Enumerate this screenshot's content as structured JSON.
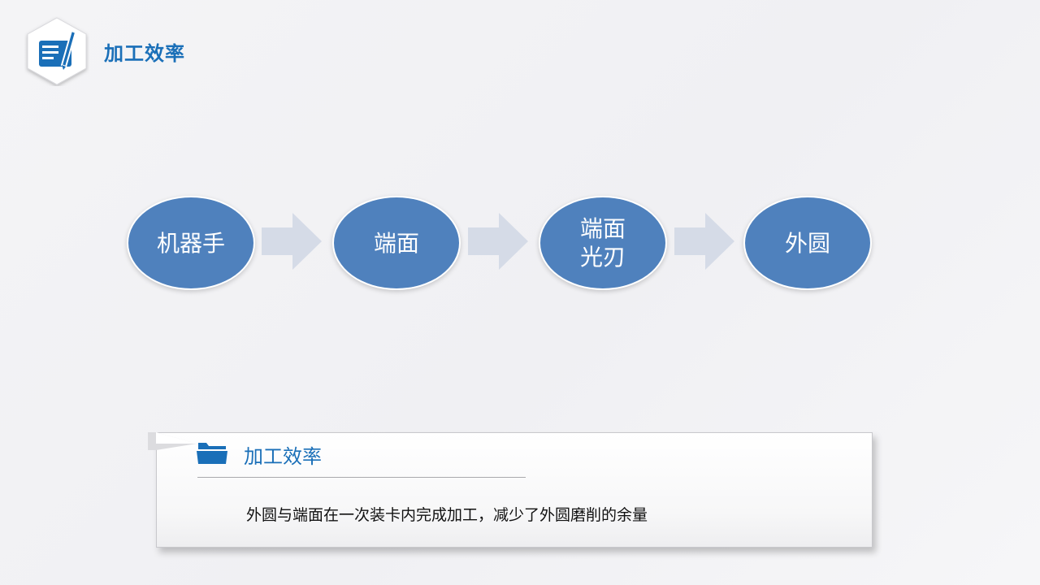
{
  "header": {
    "title": "加工效率",
    "icon": "pen-document-icon"
  },
  "flow": {
    "nodes": [
      {
        "lines": [
          "机器手"
        ]
      },
      {
        "lines": [
          "端面"
        ]
      },
      {
        "lines": [
          "端面",
          "光刃"
        ]
      },
      {
        "lines": [
          "外圆"
        ]
      }
    ],
    "node_color": "#4f81bd",
    "arrow_color": "#d5dbe7",
    "arrow_icon": "right-arrow-icon"
  },
  "card": {
    "title": "加工效率",
    "icon": "folder-icon",
    "text": "外圆与端面在一次装卡内完成加工，减少了外圆磨削的余量"
  },
  "accent": "#1a6fb8"
}
